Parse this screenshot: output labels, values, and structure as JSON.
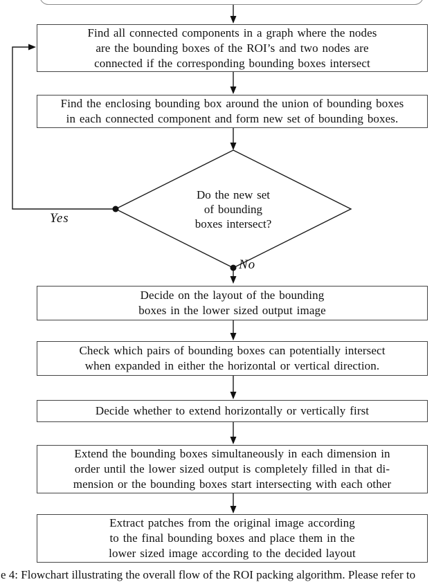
{
  "figure": {
    "caption": "e 4: Flowchart illustrating the overall flow of the ROI packing algorithm. Please refer to"
  },
  "flowchart": {
    "start_node": {
      "label": ""
    },
    "boxes": [
      {
        "lines": [
          "Find all connected components in a graph where the nodes",
          "are the bounding boxes of the ROI’s and two nodes are",
          "connected if the corresponding bounding boxes intersect"
        ]
      },
      {
        "lines": [
          "Find the enclosing bounding box around the union of bounding boxes",
          "in each connected component and form new set of bounding boxes."
        ]
      },
      {
        "lines": [
          "Decide on the layout of the bounding",
          "boxes in the lower sized output image"
        ]
      },
      {
        "lines": [
          "Check which pairs of bounding boxes can potentially intersect",
          "when expanded in either the horizontal or vertical direction."
        ]
      },
      {
        "lines": [
          "Decide whether to extend horizontally or vertically first"
        ]
      },
      {
        "lines": [
          "Extend the bounding boxes simultaneously in each dimension in",
          "order until the lower sized output is completely filled in that di-",
          "mension or the bounding boxes start intersecting with each other"
        ]
      },
      {
        "lines": [
          "Extract patches from the original image according",
          "to the final bounding boxes and place them in the",
          "lower sized image according to the decided layout"
        ]
      }
    ],
    "decision": {
      "lines": [
        "Do the new set",
        "of bounding",
        "boxes intersect?"
      ],
      "yes_label": "Yes",
      "no_label": "No"
    },
    "colors": {
      "background": "#ffffff",
      "text": "#111111",
      "box_border": "#444444",
      "start_node_border": "#8a8a8a",
      "connector": "#1a1a1a"
    }
  }
}
